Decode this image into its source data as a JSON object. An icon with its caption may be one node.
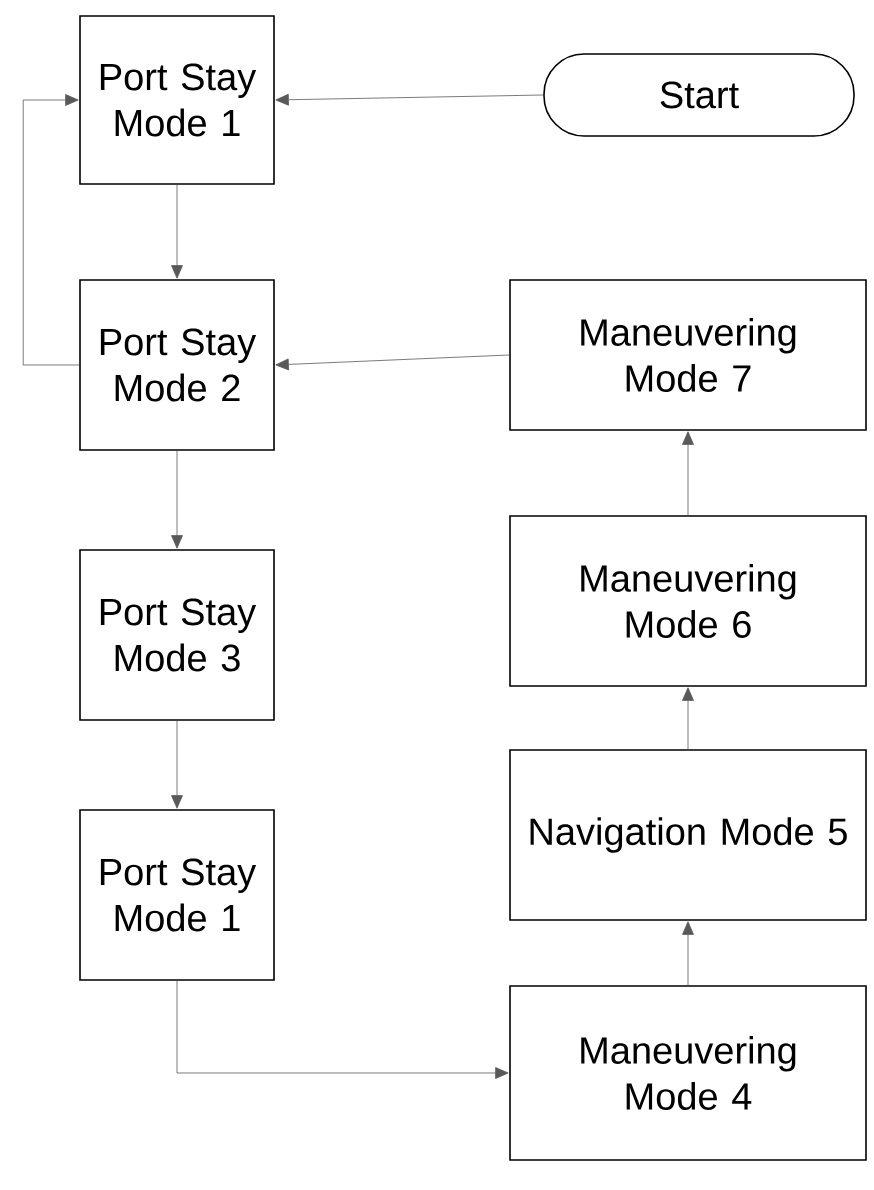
{
  "diagram": {
    "nodes": [
      {
        "text": [
          "Port Stay Mode 1"
        ]
      },
      {
        "text": [
          "Start"
        ]
      },
      {
        "text": [
          "Port Stay Mode 2"
        ]
      },
      {
        "text": [
          "Maneuvering Mode 7"
        ]
      },
      {
        "text": [
          "Port Stay Mode 3"
        ]
      },
      {
        "text": [
          "Maneuvering Mode 6"
        ]
      },
      {
        "text": [
          "Port Stay Mode 1"
        ]
      },
      {
        "text": [
          "Navigation Mode 5"
        ]
      },
      {
        "text": [
          "Maneuvering Mode 4"
        ]
      }
    ],
    "edges": [
      {
        "from": 1,
        "to": 0,
        "arrow": "to"
      },
      {
        "from": 0,
        "to": 2,
        "arrow": "to"
      },
      {
        "from": 2,
        "to": 0,
        "arrow": "to"
      },
      {
        "from": 2,
        "to": 4,
        "arrow": "to"
      },
      {
        "from": 4,
        "to": 6,
        "arrow": "to"
      },
      {
        "from": 6,
        "to": 8,
        "arrow": "to"
      },
      {
        "from": 8,
        "to": 7,
        "arrow": "to"
      },
      {
        "from": 7,
        "to": 5,
        "arrow": "to"
      },
      {
        "from": 5,
        "to": 3,
        "arrow": "to"
      },
      {
        "from": 3,
        "to": 2,
        "arrow": "to"
      }
    ]
  }
}
